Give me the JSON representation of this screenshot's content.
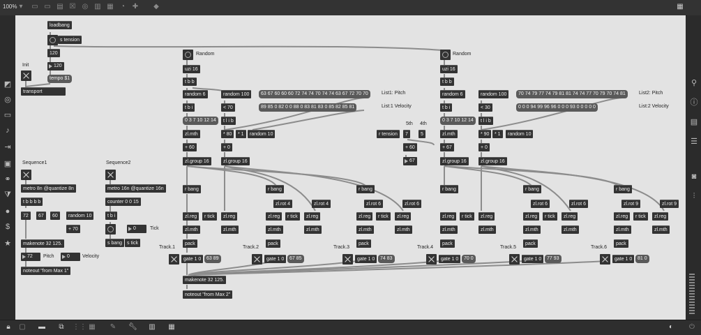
{
  "zoom": "100%",
  "comments": {
    "init": "Init",
    "random1": "Random",
    "random2": "Random",
    "list1pitch": "List1: Pitch",
    "list1vel": "List:1 Velocity",
    "list2pitch": "List2: Pitch",
    "list2vel": "List:2 Velocity",
    "fifth": "5th",
    "fourth": "4th",
    "seq1": "Sequence1",
    "seq2": "Sequence2",
    "pitch": "Pitch",
    "velocity": "Velocity",
    "tick": "Tick",
    "track1": "Track.1",
    "track2": "Track.2",
    "track3": "Track.3",
    "track4": "Track.4",
    "track5": "Track.5",
    "track6": "Track.6"
  },
  "objects": {
    "loadbang": "loadbang",
    "s_tension": "s tension",
    "tempo": "tempo $1",
    "transport": "transport",
    "uzi1": "uzi 16",
    "tbb1": "t b b",
    "rand6a": "random 6",
    "rand100a": "random 100",
    "list1p": "63 67 60 60 60 72 74 74 70 74 74 63 67 72 70 70",
    "list1v": "89 85 0 82 0 0 88 0 83 81 83 0 85 82 85 81",
    "tbi1": "t b i",
    "lt70": "< 70",
    "scale1": "0 3 7 10 12 14",
    "tlib1": "t l i b",
    "zlmth1": "zl.mth",
    "m80": "* 80",
    "m1a": "* 1",
    "rand10a": "random 10",
    "p60a": "+ 60",
    "p0a": "+ 0",
    "zlg1": "zl.group 16",
    "zlg2": "zl.group 16",
    "rtension": "r tension",
    "p60b": "+ 60",
    "uzi2": "uzi 16",
    "tbb2": "t b b",
    "rand6b": "random 6",
    "rand100b": "random 100",
    "list2p": "70 74 79 77 74 79 81 81 74 74 77 70 79 70 74 81",
    "list2v": "0 0 0 94 99 96 96 0 0 0 93 0 0 0 0 0",
    "tbi2": "t b i",
    "lt30": "< 30",
    "scale2": "0 3 7 10 12 14",
    "tlib2": "t l i b",
    "zlmth2": "zl.mth",
    "m90": "* 90",
    "m1b": "* 1",
    "rand10b": "random 10",
    "p67": "+ 67",
    "p0b": "+ 0",
    "zlg3": "zl.group 16",
    "zlg4": "zl.group 16",
    "metro8": "metro 8n @quantize 8n",
    "tbbbb": "t b b b b",
    "rand10c": "random 10",
    "p70": "+ 70",
    "makenote1": "makenote 32 125.",
    "noteout1": "noteout \"from Max 1\"",
    "metro16": "metro 16n @quantize 16n",
    "counter": "counter 0 0 15",
    "tbi3": "t b i",
    "sbang": "s bang",
    "stick": "s tick",
    "makenote2": "makenote 32 125.",
    "noteout2": "noteout \"from Max 2\"",
    "rbang": "r bang",
    "zlreg": "zl.reg",
    "rtick": "r tick",
    "zlmth": "zl.mth",
    "pack": "pack",
    "gate": "gate 1 0",
    "zlrot4": "zl.rot 4",
    "zlrot6": "zl.rot 6",
    "zlrot9": "zl.rot 9"
  },
  "numbers": {
    "n120a": "120",
    "n120b": "120",
    "n7": "7",
    "n5": "5",
    "n67": "67",
    "n72a": "72",
    "n67a": "67",
    "n60a": "60",
    "n72b": "72",
    "n0a": "0",
    "n0b": "0"
  },
  "messages": {
    "t1": "63 89",
    "t2": "67 85",
    "t3": "74 83",
    "t4": "70 0",
    "t5": "77 93",
    "t6": "81 0"
  },
  "colors": {
    "canvas": "#e3e3e3",
    "object": "#333333",
    "chrome": "#2b2b2b",
    "cord": "#8c8c8c"
  }
}
